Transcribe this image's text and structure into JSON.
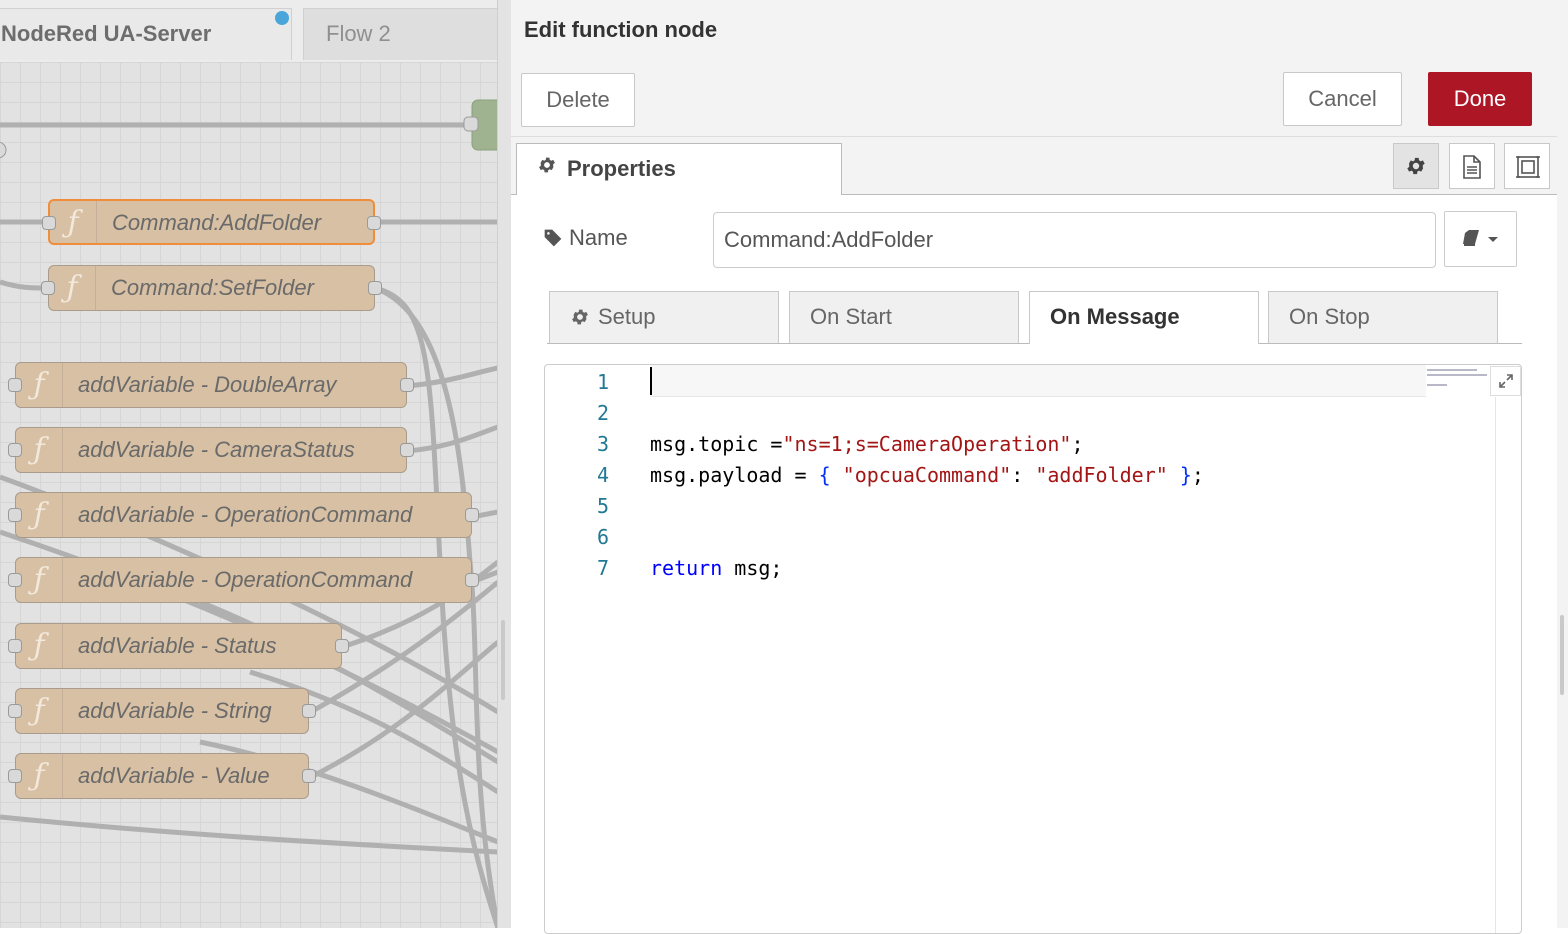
{
  "workspace": {
    "tabs": [
      {
        "label": "NodeRed UA-Server",
        "active": true,
        "changed": true
      },
      {
        "label": "Flow 2",
        "active": false
      }
    ],
    "nodes": [
      {
        "label": "Command:AddFolder",
        "selected": true
      },
      {
        "label": "Command:SetFolder"
      },
      {
        "label": "addVariable - DoubleArray"
      },
      {
        "label": "addVariable - CameraStatus"
      },
      {
        "label": "addVariable - OperationCommand"
      },
      {
        "label": "addVariable - OperationCommand"
      },
      {
        "label": "addVariable - Status"
      },
      {
        "label": "addVariable - String"
      },
      {
        "label": "addVariable - Value"
      }
    ],
    "node_icon": "function-icon",
    "colors": {
      "node_fill": "#d7c0a3",
      "selected_border": "#f08d3b",
      "changed_dot": "#4aa6d8"
    }
  },
  "tray": {
    "title": "Edit function node",
    "buttons": {
      "delete": "Delete",
      "cancel": "Cancel",
      "done": "Done"
    },
    "colors": {
      "done": "#ad1625"
    },
    "properties_tab": "Properties",
    "side_icons": [
      "gear-icon",
      "description-icon",
      "appearance-icon"
    ],
    "name": {
      "label": "Name",
      "value": "Command:AddFolder"
    },
    "function_tabs": [
      {
        "label": "Setup",
        "active": false,
        "icon": "gear-icon"
      },
      {
        "label": "On Start",
        "active": false
      },
      {
        "label": "On Message",
        "active": true
      },
      {
        "label": "On Stop",
        "active": false
      }
    ],
    "code": {
      "line_numbers": [
        "1",
        "2",
        "3",
        "4",
        "5",
        "6",
        "7"
      ],
      "line3": {
        "a": "msg.topic =",
        "s": "\"ns=1;s=CameraOperation\"",
        "b": ";"
      },
      "line4": {
        "a": "msg.payload = ",
        "o": "{",
        "k": "\"opcuaCommand\"",
        "c": ": ",
        "v": "\"addFolder\"",
        "close": "}",
        "end": ";"
      },
      "line7": {
        "kw": "return",
        "rest": " msg;"
      }
    }
  }
}
